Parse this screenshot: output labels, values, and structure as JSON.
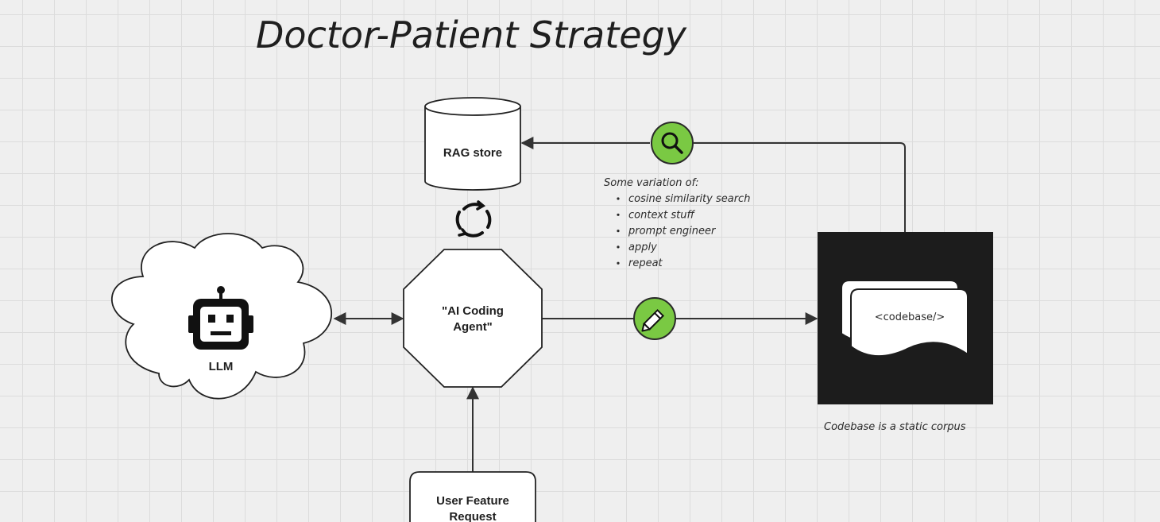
{
  "title": "Doctor-Patient  Strategy",
  "nodes": {
    "rag_store": "RAG store",
    "agent_line1": "\"AI Coding",
    "agent_line2": "Agent\"",
    "llm": "LLM",
    "user_request_line1": "User Feature",
    "user_request_line2": "Request",
    "codebase": "<codebase/>"
  },
  "notes": {
    "variation_heading": "Some variation of:",
    "variation_items": [
      "cosine similarity search",
      "context stuff",
      "prompt engineer",
      "apply",
      "repeat"
    ],
    "codebase_caption": "Codebase is a static corpus"
  },
  "icons": {
    "search": "magnifier-icon",
    "edit": "pencil-icon",
    "cycle": "refresh-cycle-icon",
    "robot": "robot-icon"
  },
  "colors": {
    "accent_green": "#7ac943",
    "codebase_bg": "#1c1c1c",
    "grid_bg": "#efefef"
  }
}
